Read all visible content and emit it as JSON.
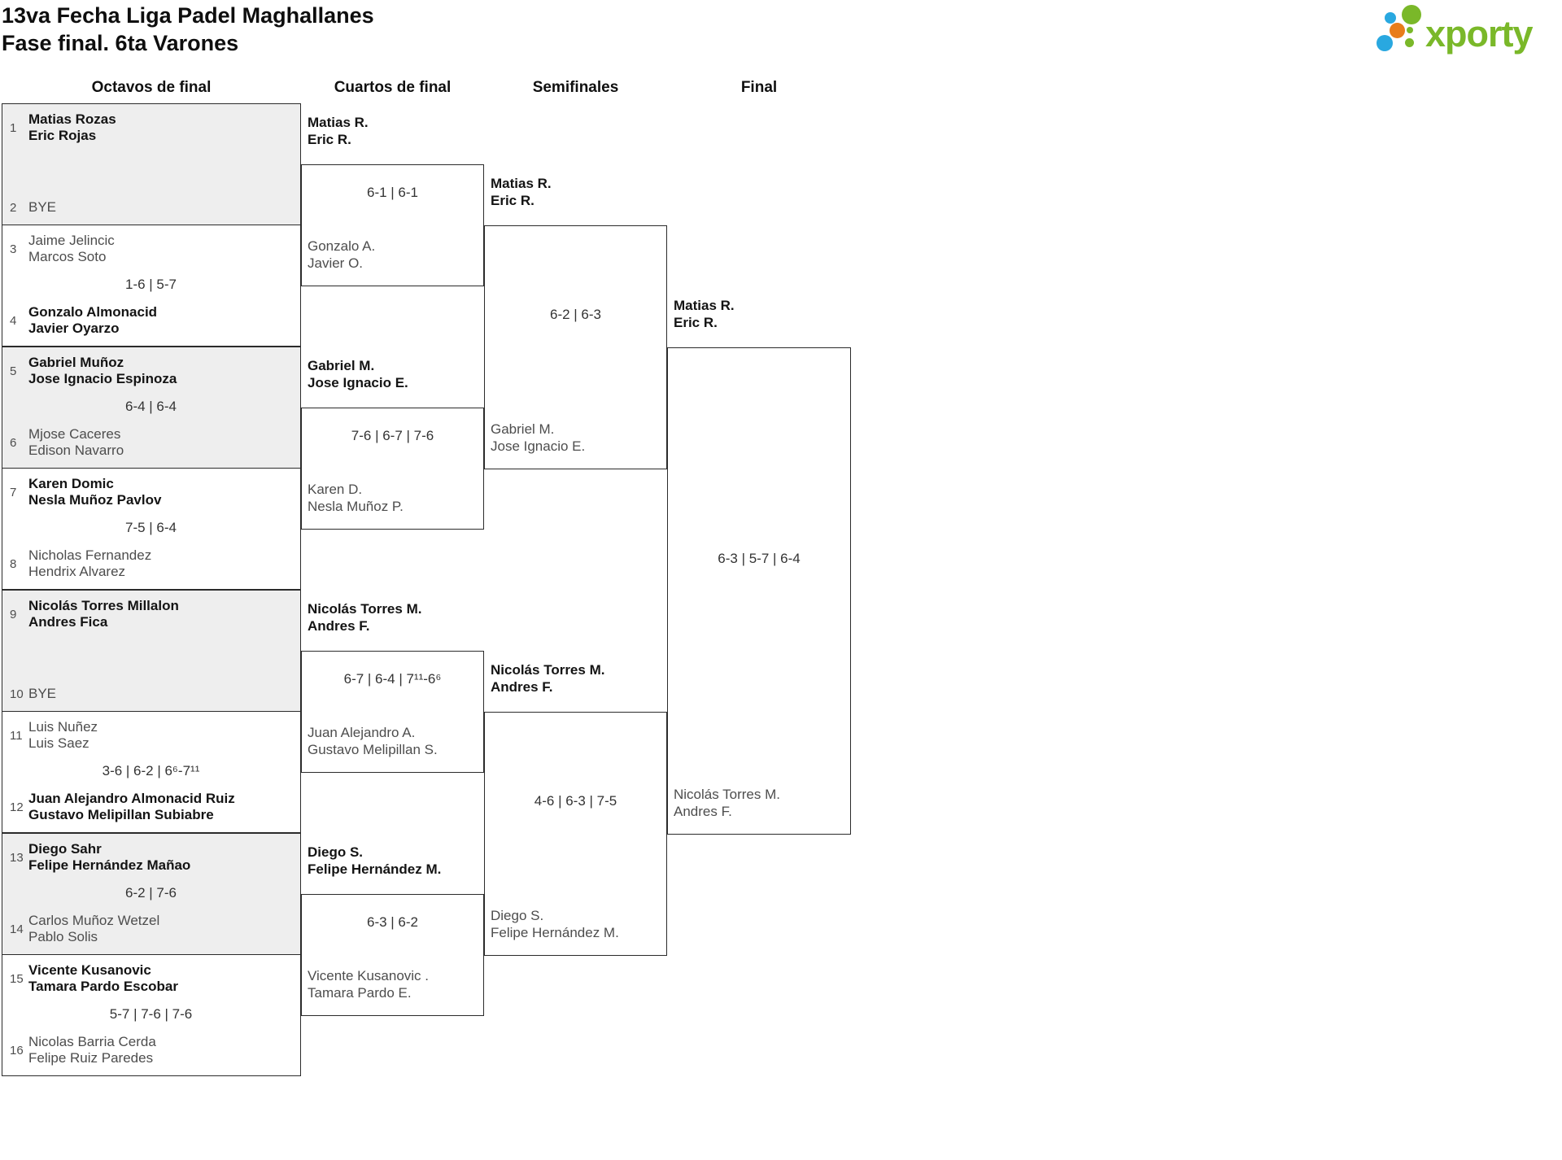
{
  "title": {
    "line1": "13va Fecha Liga Padel Maghallanes",
    "line2": "Fase final. 6ta Varones"
  },
  "logo": {
    "text": "xporty"
  },
  "colors": {
    "border": "#2b2b2b",
    "box_fill": "#eeeeee",
    "winner_text": "#141414",
    "loser_text": "#4d4d4d",
    "logo_green": "#7ab829",
    "logo_blue": "#29a8e0",
    "logo_orange": "#e87d1a"
  },
  "rounds": [
    {
      "label": "Octavos de final"
    },
    {
      "label": "Cuartos de final"
    },
    {
      "label": "Semifinales"
    },
    {
      "label": "Final"
    }
  ],
  "octavos": [
    {
      "top": {
        "seed": "1",
        "lines": [
          "Matias Rozas",
          "Eric Rojas"
        ],
        "winner": true
      },
      "score": "",
      "bottom": {
        "seed": "2",
        "lines": [
          "BYE"
        ],
        "winner": false
      }
    },
    {
      "top": {
        "seed": "3",
        "lines": [
          "Jaime Jelincic",
          "Marcos Soto"
        ],
        "winner": false
      },
      "score": "1-6 | 5-7",
      "bottom": {
        "seed": "4",
        "lines": [
          "Gonzalo Almonacid",
          "Javier Oyarzo"
        ],
        "winner": true
      }
    },
    {
      "top": {
        "seed": "5",
        "lines": [
          "Gabriel Muñoz",
          "Jose Ignacio Espinoza"
        ],
        "winner": true
      },
      "score": "6-4 | 6-4",
      "bottom": {
        "seed": "6",
        "lines": [
          "Mjose Caceres",
          "Edison Navarro"
        ],
        "winner": false
      }
    },
    {
      "top": {
        "seed": "7",
        "lines": [
          "Karen Domic",
          "Nesla Muñoz Pavlov"
        ],
        "winner": true
      },
      "score": "7-5 | 6-4",
      "bottom": {
        "seed": "8",
        "lines": [
          "Nicholas Fernandez",
          "Hendrix Alvarez"
        ],
        "winner": false
      }
    },
    {
      "top": {
        "seed": "9",
        "lines": [
          "Nicolás Torres Millalon",
          "Andres Fica"
        ],
        "winner": true
      },
      "score": "",
      "bottom": {
        "seed": "10",
        "lines": [
          "BYE"
        ],
        "winner": false
      }
    },
    {
      "top": {
        "seed": "11",
        "lines": [
          "Luis Nuñez",
          "Luis Saez"
        ],
        "winner": false
      },
      "score": "3-6 | 6-2 | 6⁶-7¹¹",
      "bottom": {
        "seed": "12",
        "lines": [
          "Juan Alejandro Almonacid Ruiz",
          "Gustavo Melipillan Subiabre"
        ],
        "winner": true
      }
    },
    {
      "top": {
        "seed": "13",
        "lines": [
          "Diego Sahr",
          "Felipe Hernández Mañao"
        ],
        "winner": true
      },
      "score": "6-2 | 7-6",
      "bottom": {
        "seed": "14",
        "lines": [
          "Carlos Muñoz Wetzel",
          "Pablo Solis"
        ],
        "winner": false
      }
    },
    {
      "top": {
        "seed": "15",
        "lines": [
          "Vicente Kusanovic",
          "Tamara Pardo Escobar"
        ],
        "winner": true
      },
      "score": "5-7 | 7-6 | 7-6",
      "bottom": {
        "seed": "16",
        "lines": [
          "Nicolas Barria Cerda",
          "Felipe Ruiz Paredes"
        ],
        "winner": false
      }
    }
  ],
  "cuartos": [
    {
      "top": {
        "lines": [
          "Matias R.",
          "Eric R."
        ],
        "winner": true
      },
      "score": "6-1 | 6-1",
      "bottom": {
        "lines": [
          "Gonzalo A.",
          "Javier O."
        ],
        "winner": false
      }
    },
    {
      "top": {
        "lines": [
          "Gabriel M.",
          "Jose Ignacio E."
        ],
        "winner": true
      },
      "score": "7-6 | 6-7 | 7-6",
      "bottom": {
        "lines": [
          "Karen D.",
          "Nesla Muñoz P."
        ],
        "winner": false
      }
    },
    {
      "top": {
        "lines": [
          "Nicolás Torres M.",
          "Andres F."
        ],
        "winner": true
      },
      "score": "6-7 | 6-4 | 7¹¹-6⁶",
      "bottom": {
        "lines": [
          "Juan Alejandro A.",
          "Gustavo Melipillan S."
        ],
        "winner": false
      }
    },
    {
      "top": {
        "lines": [
          "Diego S.",
          "Felipe Hernández M."
        ],
        "winner": true
      },
      "score": "6-3 | 6-2",
      "bottom": {
        "lines": [
          "Vicente Kusanovic .",
          "Tamara Pardo E."
        ],
        "winner": false
      }
    }
  ],
  "semifinales": [
    {
      "top": {
        "lines": [
          "Matias R.",
          "Eric R."
        ],
        "winner": true
      },
      "score": "6-2 | 6-3",
      "bottom": {
        "lines": [
          "Gabriel M.",
          "Jose Ignacio E."
        ],
        "winner": false
      }
    },
    {
      "top": {
        "lines": [
          "Nicolás Torres M.",
          "Andres F."
        ],
        "winner": true
      },
      "score": "4-6 | 6-3 | 7-5",
      "bottom": {
        "lines": [
          "Diego S.",
          "Felipe Hernández M."
        ],
        "winner": false
      }
    }
  ],
  "final": [
    {
      "top": {
        "lines": [
          "Matias R.",
          "Eric R."
        ],
        "winner": true
      },
      "score": "6-3 | 5-7 | 6-4",
      "bottom": {
        "lines": [
          "Nicolás Torres M.",
          "Andres F."
        ],
        "winner": false
      }
    }
  ]
}
